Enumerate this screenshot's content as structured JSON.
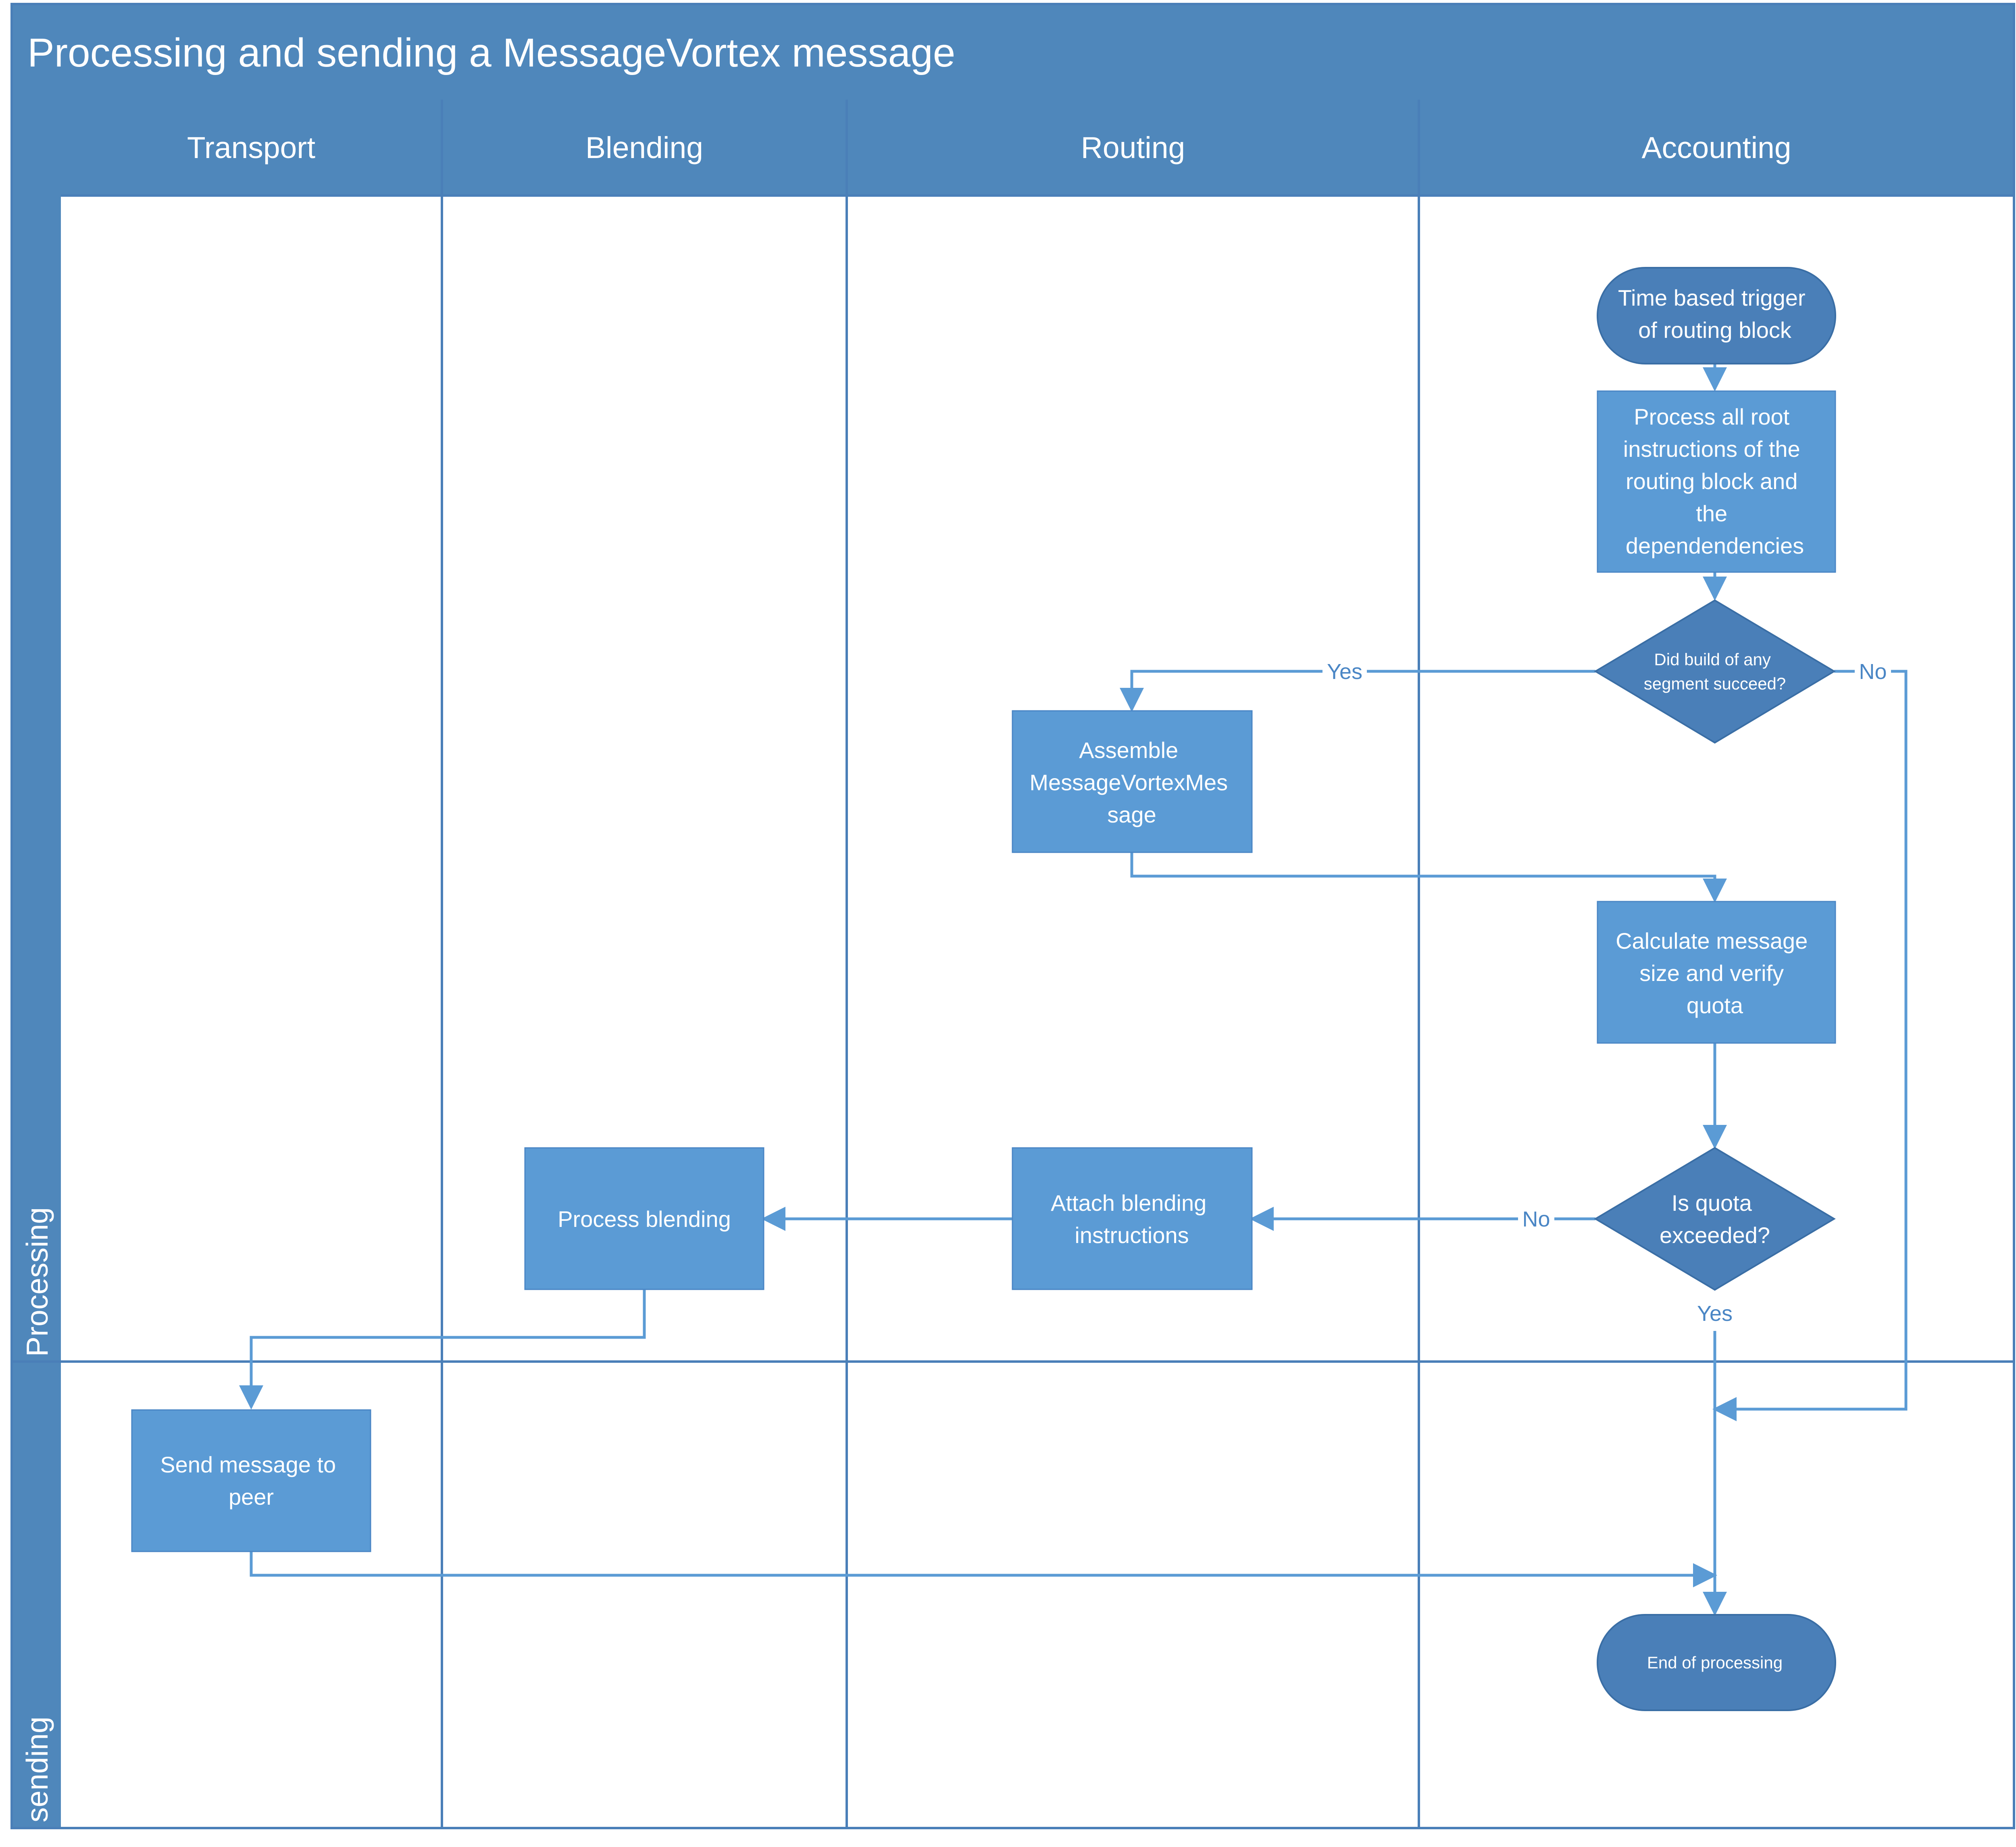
{
  "title": "Processing and sending a MessageVortex message",
  "colors": {
    "header": "#4f87bb",
    "node": "#5b9bd5",
    "terminal": "#4a7fb8",
    "line": "#5b9bd5",
    "label": "#4a86c5"
  },
  "columns": [
    "Transport",
    "Blending",
    "Routing",
    "Accounting"
  ],
  "rows": [
    "Processing",
    "sending"
  ],
  "nodes": {
    "start": [
      "Time based trigger",
      "of routing block"
    ],
    "process_root": [
      "Process all root",
      "instructions of the",
      "routing block and",
      "the",
      "dependendencies"
    ],
    "build_decision": [
      "Did build of any",
      "segment succeed?"
    ],
    "assemble": [
      "Assemble",
      "MessageVortexMes",
      "sage"
    ],
    "calc_quota": [
      "Calculate message",
      "size and verify",
      "quota"
    ],
    "quota_decision": [
      "Is quota",
      "exceeded?"
    ],
    "attach_blending": [
      "Attach blending",
      "instructions"
    ],
    "process_blending": [
      "Process blending"
    ],
    "send_peer": [
      "Send message to",
      "peer"
    ],
    "end": [
      "End of processing"
    ]
  },
  "edge_labels": {
    "build_yes": "Yes",
    "build_no": "No",
    "quota_no": "No",
    "quota_yes": "Yes"
  }
}
